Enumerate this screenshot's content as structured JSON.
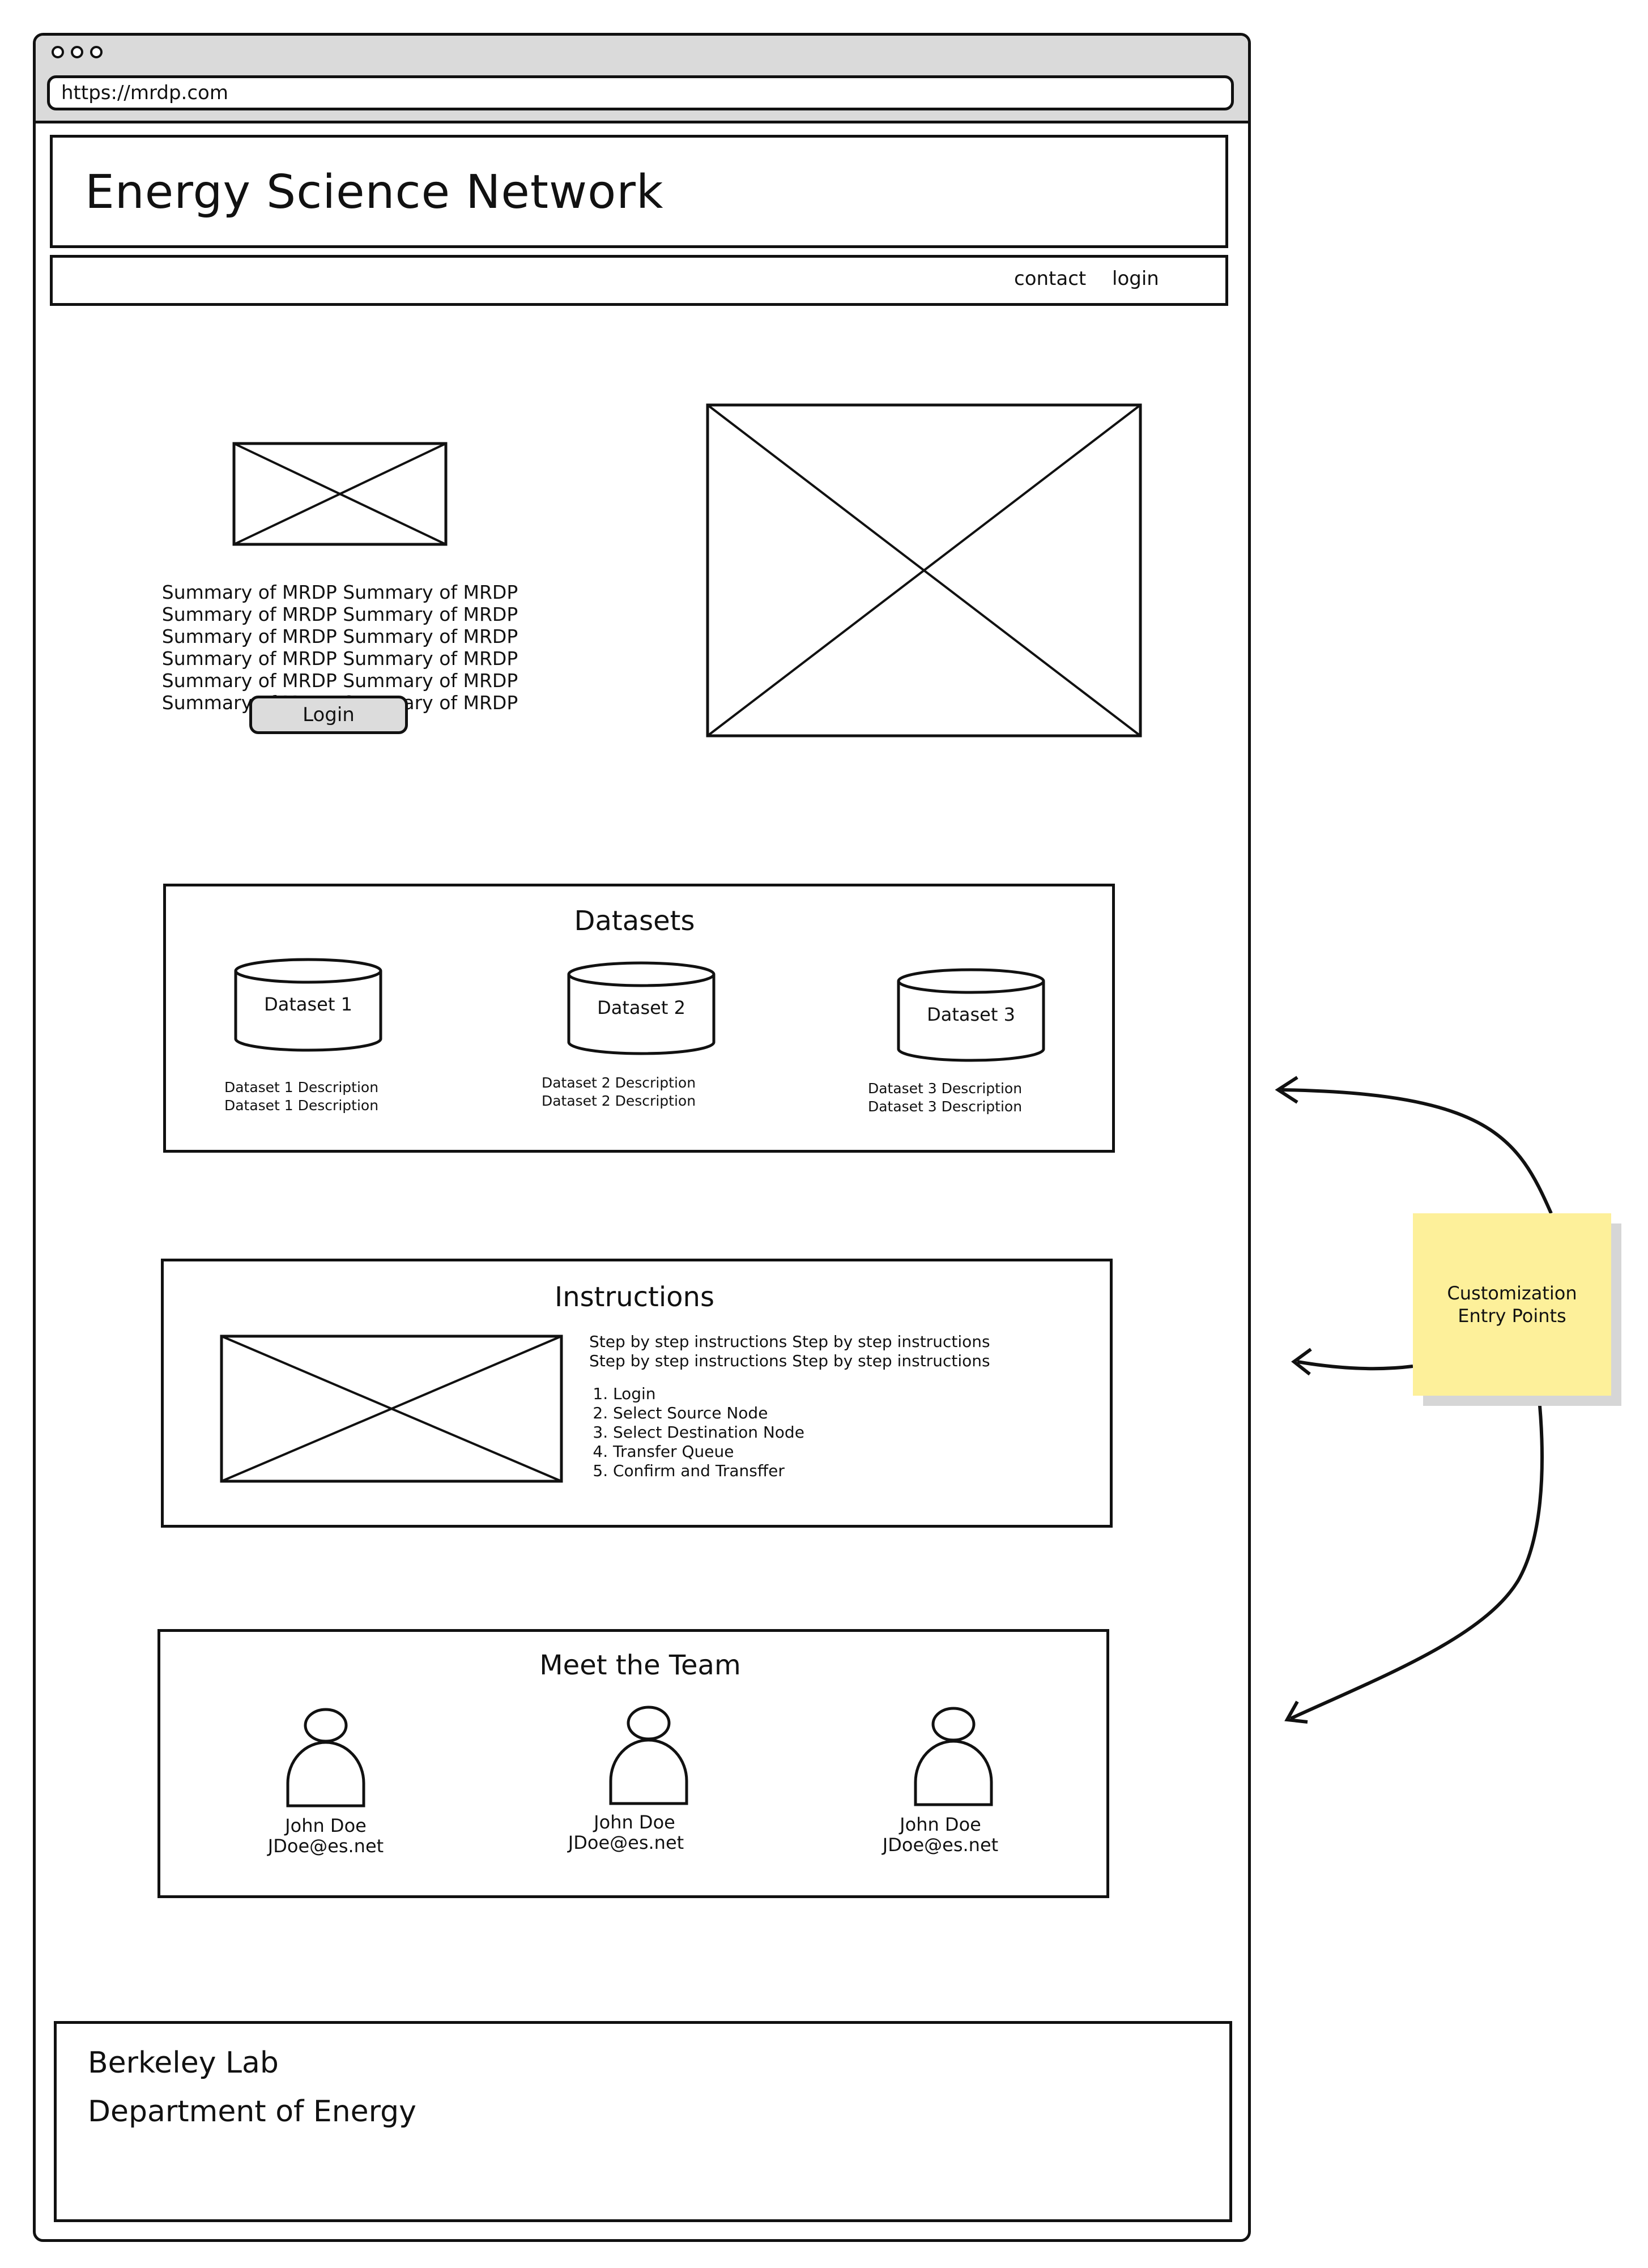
{
  "browser": {
    "url": "https://mrdp.com"
  },
  "header": {
    "title": "Energy Science Network"
  },
  "nav": {
    "items": [
      "contact",
      "login"
    ]
  },
  "hero": {
    "summary": "Summary of MRDP Summary of MRDP Summary of MRDP Summary of MRDP Summary of MRDP Summary of MRDP Summary of MRDP Summary of MRDP Summary of MRDP Summary of MRDP Summary of MRDP Summary of MRDP",
    "login_label": "Login"
  },
  "datasets": {
    "title": "Datasets",
    "items": [
      {
        "name": "Dataset 1",
        "description": [
          "Dataset 1 Description",
          "Dataset 1 Description"
        ]
      },
      {
        "name": "Dataset 2",
        "description": [
          "Dataset 2 Description",
          "Dataset 2 Description"
        ]
      },
      {
        "name": "Dataset 3",
        "description": [
          "Dataset 3 Description",
          "Dataset 3 Description"
        ]
      }
    ]
  },
  "instructions": {
    "title": "Instructions",
    "intro": "Step by step instructions Step by step instructions Step by step instructions Step by step instructions",
    "steps": [
      "Login",
      "Select Source Node",
      "Select Destination Node",
      "Transfer Queue",
      "Confirm and Transffer"
    ]
  },
  "team": {
    "title": "Meet the Team",
    "members": [
      {
        "name": "John Doe",
        "email": "JDoe@es.net"
      },
      {
        "name": "John Doe",
        "email": "JDoe@es.net"
      },
      {
        "name": "John Doe",
        "email": "JDoe@es.net"
      }
    ]
  },
  "footer": {
    "lines": [
      "Berkeley Lab",
      "Department of Energy"
    ]
  },
  "annotation": {
    "text": "Customization Entry Points",
    "color": "#fdf09a"
  }
}
